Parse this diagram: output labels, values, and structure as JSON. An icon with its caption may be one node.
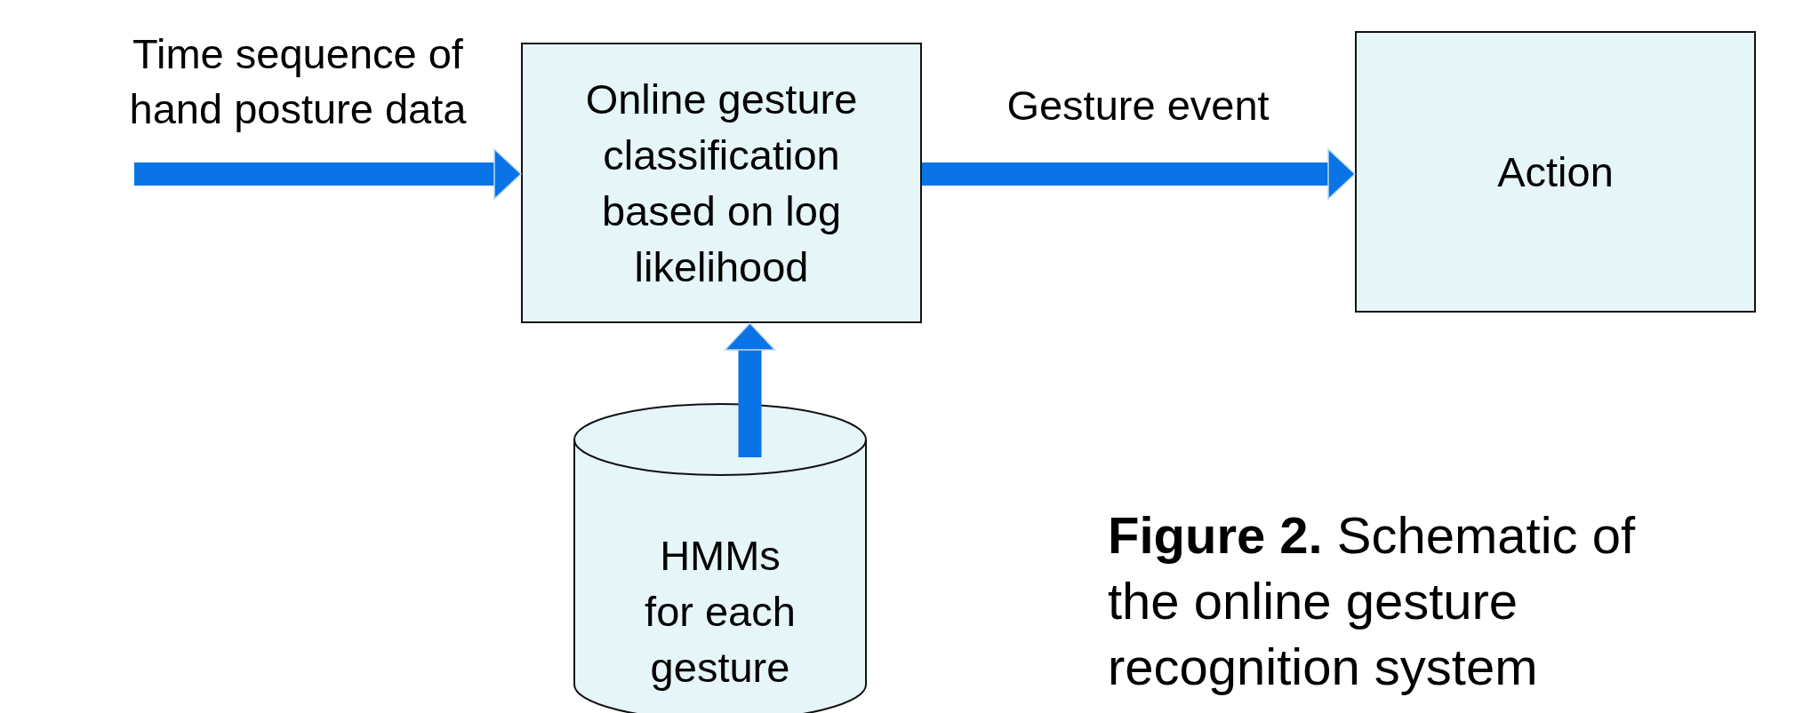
{
  "diagram": {
    "caption": "**Figure 2.** Schematic of the online gesture recognition system",
    "nodes": [
      {
        "text": [
          "Online gesture classification based on log likelihood"
        ]
      },
      {
        "text": [
          "Action"
        ]
      },
      {
        "text": [
          "HMMs for each gesture"
        ]
      }
    ],
    "edges": [
      {
        "from": null,
        "to": 0,
        "arrow": "to",
        "label": "Time sequence of hand posture data"
      },
      {
        "from": 0,
        "to": 1,
        "arrow": "to",
        "label": "Gesture event"
      },
      {
        "from": 2,
        "to": 0,
        "arrow": "to"
      }
    ]
  }
}
